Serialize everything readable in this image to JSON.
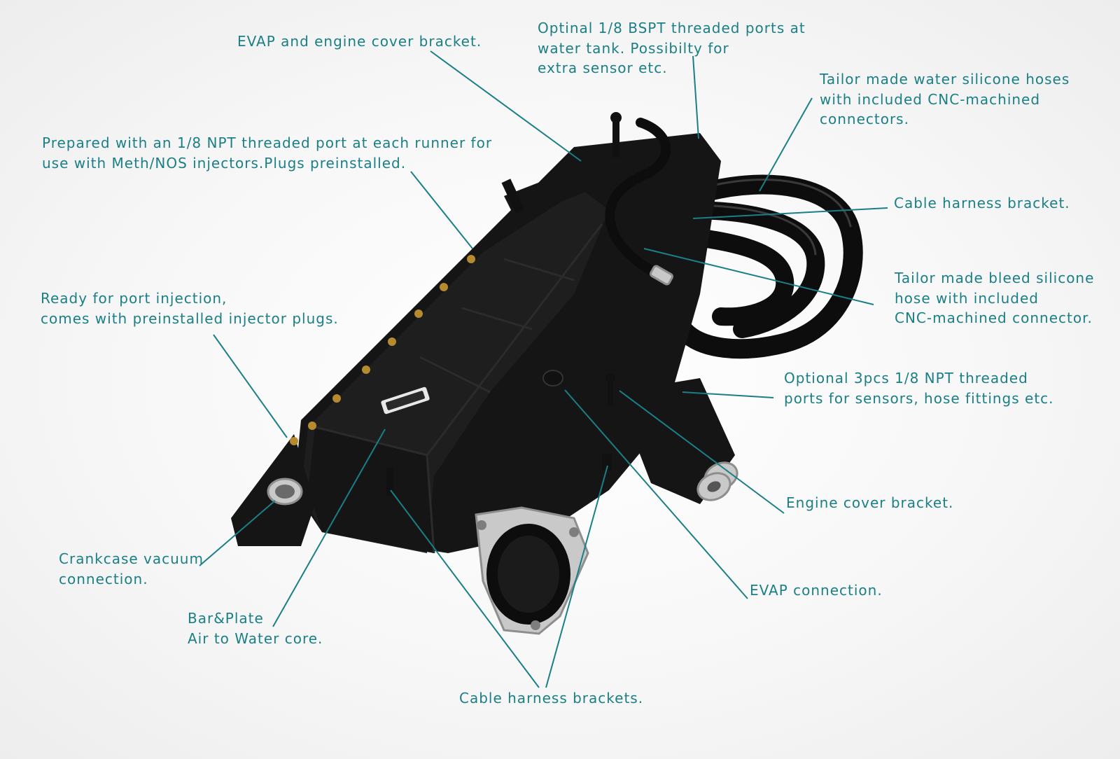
{
  "labels": {
    "evap_engine_cover_bracket": "EVAP and engine cover bracket.",
    "optinal_bspt": [
      "Optinal 1/8 BSPT threaded ports at",
      "water tank. Possibilty for",
      "extra sensor etc."
    ],
    "tailor_water_hoses": [
      "Tailor made water silicone hoses",
      "with included CNC-machined",
      "connectors."
    ],
    "prepared_npt": [
      "Prepared with an 1/8 NPT threaded port at each runner for",
      "use with Meth/NOS injectors.Plugs preinstalled."
    ],
    "cable_harness_bracket": "Cable harness bracket.",
    "tailor_bleed_hose": [
      "Tailor made bleed silicone",
      "hose with included",
      "CNC-machined connector."
    ],
    "port_injection": [
      "Ready for port injection,",
      "comes with preinstalled injector plugs."
    ],
    "optional_3pcs": [
      "Optional 3pcs 1/8 NPT threaded",
      "ports for sensors, hose fittings etc."
    ],
    "engine_cover_bracket": "Engine cover bracket.",
    "crankcase": [
      "Crankcase vacuum",
      "connection."
    ],
    "evap_connection": "EVAP connection.",
    "bar_plate": [
      "Bar&Plate",
      "Air to Water core."
    ],
    "cable_harness_brackets": "Cable harness brackets."
  },
  "colors": {
    "label_text": "#1a7f86",
    "leader_line": "#1a7f86",
    "product_body": "#151515",
    "metal_fittings": "#c9c9c9",
    "background": "#f4f4f4"
  }
}
